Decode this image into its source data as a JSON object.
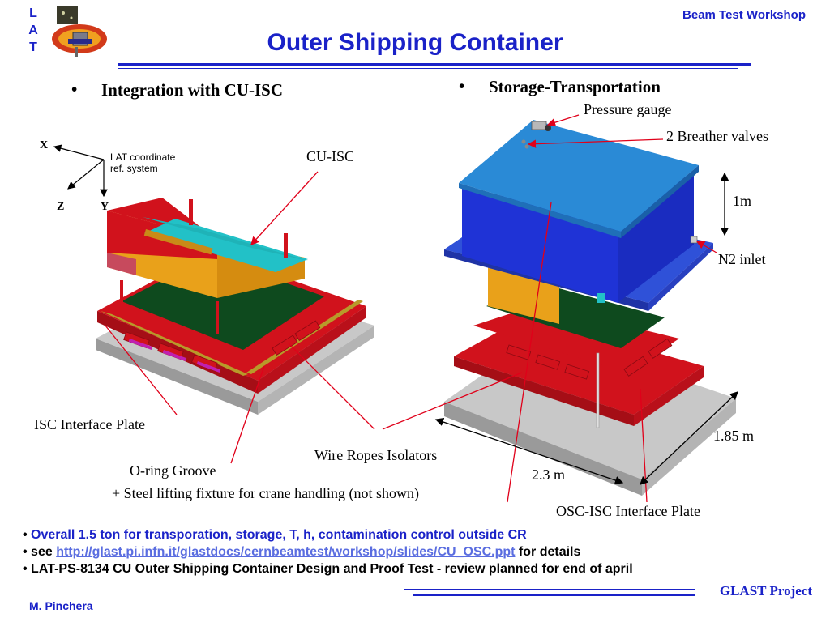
{
  "header": {
    "lat_letters": [
      "L",
      "A",
      "T"
    ],
    "workshop": "Beam Test Workshop",
    "title": "Outer Shipping Container"
  },
  "left": {
    "bullet": "Integration with CU-ISC",
    "axes": {
      "x": "X",
      "y": "Y",
      "z": "Z",
      "note_line1": "LAT coordinate",
      "note_line2": "ref. system"
    },
    "cu_isc": "CU-ISC",
    "isc_plate": "ISC Interface Plate",
    "oring": "O-ring Groove"
  },
  "center": {
    "wire_ropes": "Wire Ropes Isolators",
    "steel_fixture": "+ Steel lifting fixture for crane handling (not shown)"
  },
  "right": {
    "bullet": "Storage-Transportation",
    "pressure_gauge": "Pressure gauge",
    "breather": "2 Breather valves",
    "height": "1m",
    "n2": "N2 inlet",
    "depth": "1.85 m",
    "width": "2.3 m",
    "osc_plate": "OSC-ISC Interface Plate"
  },
  "notes": {
    "line1": "Overall 1.5 ton for transporation, storage, T, h, contamination control outside CR",
    "line2_pre": "see ",
    "line2_link": "http://glast.pi.infn.it/glastdocs/cernbeamtest/workshop/slides/CU_OSC.ppt",
    "line2_post": " for details",
    "line3": "LAT-PS-8134 CU Outer Shipping Container Design and Proof Test - review planned for end of april"
  },
  "footer": {
    "author": "M. Pinchera",
    "project": "GLAST Project"
  },
  "colors": {
    "accent": "#1a22c8",
    "annotation": "#e0001a",
    "plate_red": "#d1121c",
    "container_blue": "#1f33d6"
  }
}
